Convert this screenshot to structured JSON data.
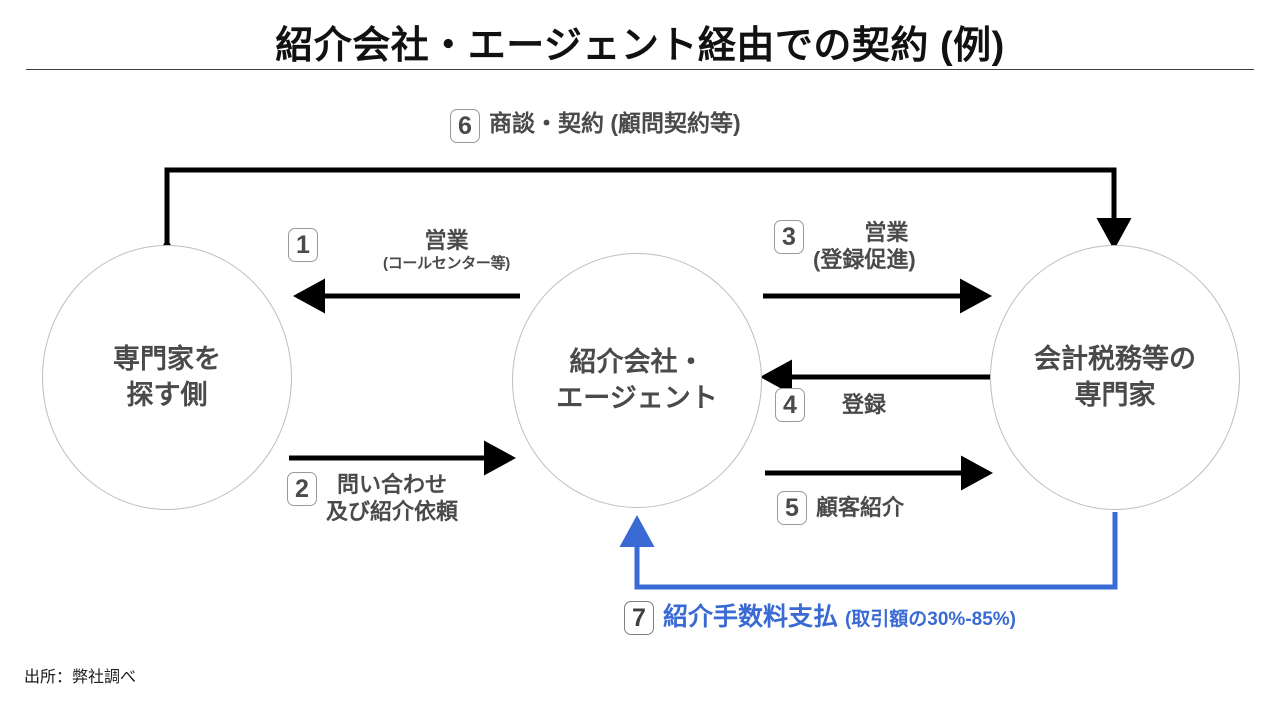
{
  "slide": {
    "title": "紹介会社・エージェント経由での契約 (例)",
    "footer": "出所：弊社調べ"
  },
  "colors": {
    "accent_blue": "#3a6ad4",
    "arrow_black": "#000000",
    "node_stroke": "#bfbfbf",
    "text_gray": "#4a4a4a",
    "title_black": "#111111"
  },
  "nodes": [
    {
      "id": "seeker",
      "label": "専門家を\n探す側"
    },
    {
      "id": "agent",
      "label": "紹介会社・\nエージェント"
    },
    {
      "id": "expert",
      "label": "会計税務等の\n専門家"
    }
  ],
  "steps": [
    {
      "number": "6",
      "label": "商談・契約 (顧問契約等)",
      "from": "seeker",
      "to": "expert",
      "direction": "both",
      "color": "#000000"
    },
    {
      "number": "1",
      "label": "営業",
      "sublabel": "(コールセンター等)",
      "from": "agent",
      "to": "seeker",
      "direction": "left",
      "color": "#000000"
    },
    {
      "number": "2",
      "label_line1": "問い合わせ",
      "label_line2": "及び紹介依頼",
      "from": "seeker",
      "to": "agent",
      "direction": "right",
      "color": "#000000"
    },
    {
      "number": "3",
      "label_line1": "営業",
      "label_line2": "(登録促進)",
      "from": "agent",
      "to": "expert",
      "direction": "right",
      "color": "#000000"
    },
    {
      "number": "4",
      "label": "登録",
      "from": "expert",
      "to": "agent",
      "direction": "left",
      "color": "#000000"
    },
    {
      "number": "5",
      "label": "顧客紹介",
      "from": "agent",
      "to": "expert",
      "direction": "right",
      "color": "#000000"
    },
    {
      "number": "7",
      "label": "紹介手数料支払",
      "sublabel": "(取引額の30%-85%)",
      "from": "expert",
      "to": "agent",
      "direction": "up",
      "color": "#3a6ad4"
    }
  ]
}
